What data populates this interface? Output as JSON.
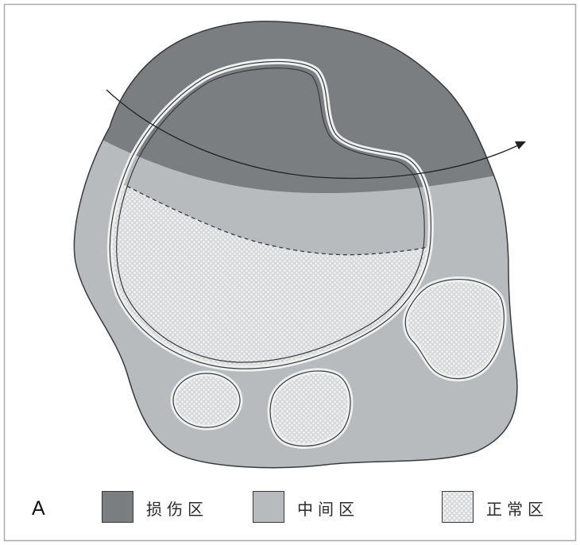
{
  "figure": {
    "panel_label": "A"
  },
  "legend": {
    "items": [
      {
        "key": "damaged",
        "label": "损伤区",
        "color": "#7a7e81"
      },
      {
        "key": "intermediate",
        "label": "中间区",
        "color": "#b8bbbd"
      },
      {
        "key": "normal",
        "label": "正常区",
        "color": "#d7d9da"
      }
    ]
  },
  "colors": {
    "outline": "#3a3a3a",
    "frame_border": "#a9a9a9",
    "normal_ring": "#eef0ef",
    "dashed_boundary": "#3a3a3a",
    "arrow": "#222222"
  }
}
